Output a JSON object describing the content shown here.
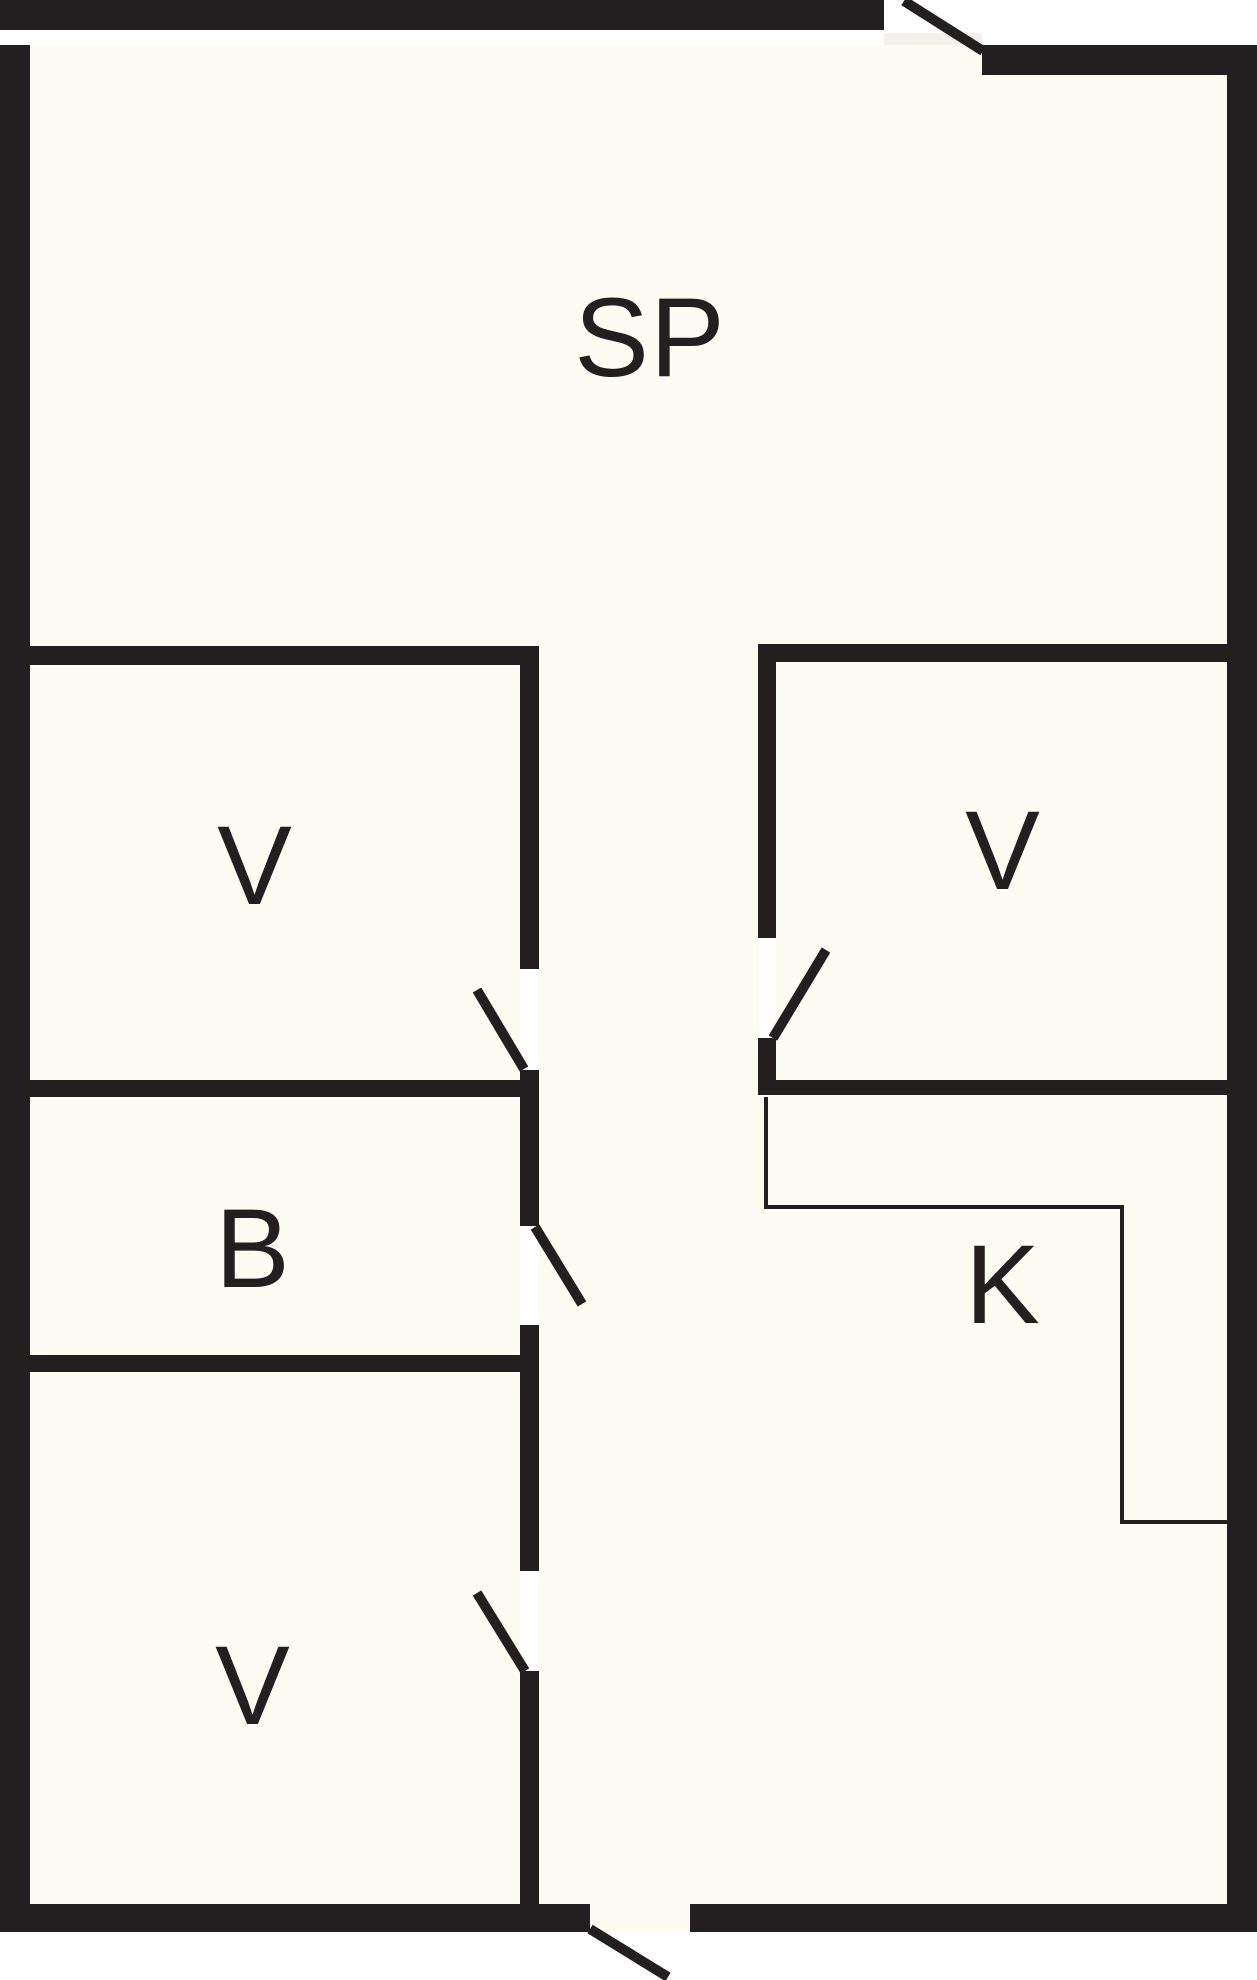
{
  "diagram": {
    "type": "floor-plan",
    "rooms": [
      {
        "id": "sp",
        "label": "SP"
      },
      {
        "id": "v-top-left",
        "label": "V"
      },
      {
        "id": "v-right",
        "label": "V"
      },
      {
        "id": "b",
        "label": "B"
      },
      {
        "id": "v-bottom-left",
        "label": "V"
      },
      {
        "id": "k",
        "label": "K"
      }
    ],
    "colors": {
      "wall": "#231f20",
      "floor": "#fcfcf3",
      "background": "#ffffff",
      "label_text": "#231f20",
      "door_jamb": "#ffffff"
    }
  }
}
